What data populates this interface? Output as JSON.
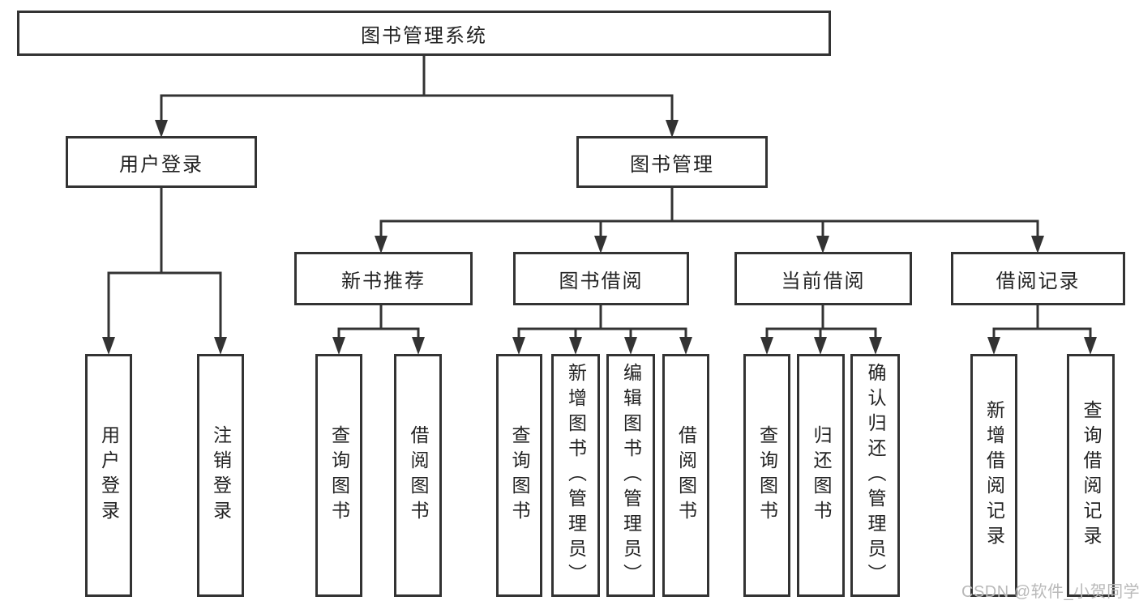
{
  "tree": {
    "root": {
      "label": "图书管理系统"
    },
    "branches": [
      {
        "label": "用户登录",
        "children": [
          {
            "label": "用户登录"
          },
          {
            "label": "注销登录"
          }
        ]
      },
      {
        "label": "图书管理",
        "sections": [
          {
            "label": "新书推荐",
            "children": [
              {
                "label": "查询图书"
              },
              {
                "label": "借阅图书"
              }
            ]
          },
          {
            "label": "图书借阅",
            "children": [
              {
                "label": "查询图书"
              },
              {
                "label": "新增图书（管理员）"
              },
              {
                "label": "编辑图书（管理员）"
              },
              {
                "label": "借阅图书"
              }
            ]
          },
          {
            "label": "当前借阅",
            "children": [
              {
                "label": "查询图书"
              },
              {
                "label": "归还图书"
              },
              {
                "label": "确认归还（管理员）"
              }
            ]
          },
          {
            "label": "借阅记录",
            "children": [
              {
                "label": "新增借阅记录"
              },
              {
                "label": "查询借阅记录"
              }
            ]
          }
        ]
      }
    ]
  },
  "watermark": {
    "text": "CSDN @软件_小贺同学"
  },
  "colors": {
    "line": "#333333",
    "box_border": "#333333",
    "text": "#222222",
    "node_background": "#ffffff",
    "watermark": "#b9b9b9",
    "background": "#ffffff"
  }
}
